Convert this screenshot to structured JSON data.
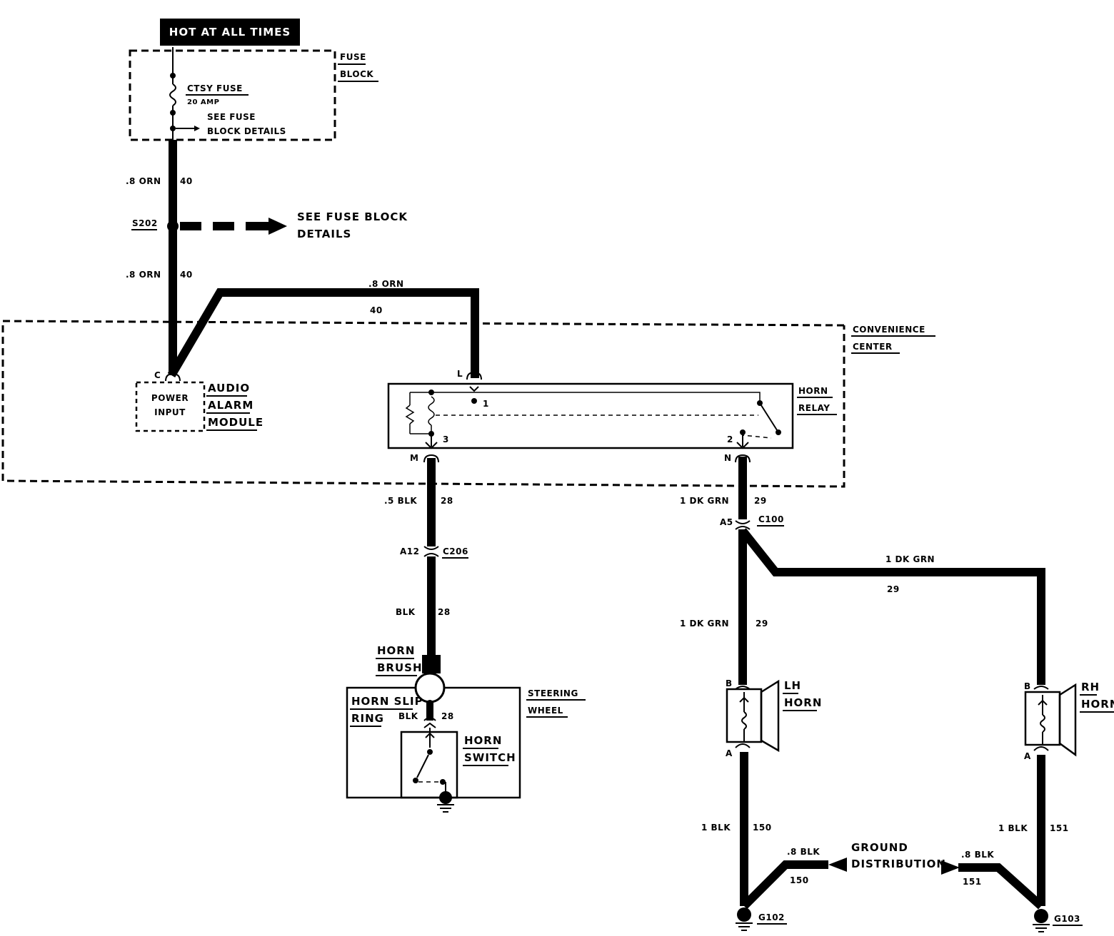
{
  "banner": "HOT AT ALL TIMES",
  "fuse_block": {
    "title_line1": "FUSE",
    "title_line2": "BLOCK",
    "fuse_name": "CTSY FUSE",
    "fuse_rating": "20 AMP",
    "see_line1": "SEE FUSE",
    "see_line2": "BLOCK DETAILS"
  },
  "splice": {
    "id": "S202",
    "see_line1": "SEE FUSE BLOCK",
    "see_line2": "DETAILS"
  },
  "wires": {
    "w40_top_color": ".8 ORN",
    "w40_top_num": "40",
    "w40_mid_color": ".8 ORN",
    "w40_mid_num": "40",
    "w40_relay_color": ".8 ORN",
    "w40_relay_num": "40",
    "w28_color": ".5 BLK",
    "w28_num": "28",
    "w28b_color": "BLK",
    "w28b_num": "28",
    "w28c_color": "BLK",
    "w28c_num": "28",
    "w29_color": "1 DK GRN",
    "w29_num": "29",
    "w29_rh_color": "1 DK GRN",
    "w29_rh_num": "29",
    "w29_lh_color": "1 DK GRN",
    "w29_lh_num": "29",
    "w150_color": "1 BLK",
    "w150_num": "150",
    "w150b_color": ".8 BLK",
    "w150b_num": "150",
    "w151_color": "1 BLK",
    "w151_num": "151",
    "w151b_color": ".8 BLK",
    "w151b_num": "151"
  },
  "convenience_center": {
    "line1": "CONVENIENCE",
    "line2": "CENTER"
  },
  "audio_alarm": {
    "pin": "C",
    "box_line1": "POWER",
    "box_line2": "INPUT",
    "name_line1": "AUDIO",
    "name_line2": "ALARM",
    "name_line3": "MODULE"
  },
  "horn_relay": {
    "name_line1": "HORN",
    "name_line2": "RELAY",
    "pin_L": "L",
    "pin_M": "M",
    "pin_N": "N",
    "term_1": "1",
    "term_2": "2",
    "term_3": "3"
  },
  "connectors": {
    "c206": "C206",
    "c206_pin": "A12",
    "c100": "C100",
    "c100_pin": "A5"
  },
  "steering": {
    "brush_line1": "HORN",
    "brush_line2": "BRUSH",
    "slip_line1": "HORN SLIP",
    "slip_line2": "RING",
    "wheel_line1": "STEERING",
    "wheel_line2": "WHEEL",
    "switch_line1": "HORN",
    "switch_line2": "SWITCH"
  },
  "lh_horn": {
    "line1": "LH",
    "line2": "HORN",
    "pin_b": "B",
    "pin_a": "A"
  },
  "rh_horn": {
    "line1": "RH",
    "line2": "HORN",
    "pin_b": "B",
    "pin_a": "A"
  },
  "grounds": {
    "g102": "G102",
    "g103": "G103",
    "dist_line1": "GROUND",
    "dist_line2": "DISTRIBUTION"
  }
}
